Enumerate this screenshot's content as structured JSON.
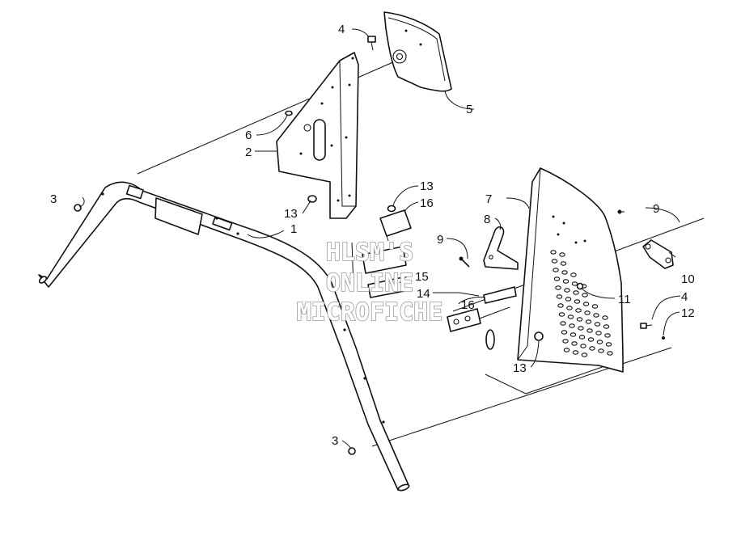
{
  "diagram": {
    "callouts": {
      "c1": "1",
      "c2": "2",
      "c3a": "3",
      "c3b": "3",
      "c4a": "4",
      "c4b": "4",
      "c5": "5",
      "c6": "6",
      "c7": "7",
      "c8": "8",
      "c9a": "9",
      "c9b": "9",
      "c10": "10",
      "c11": "11",
      "c12": "12",
      "c13a": "13",
      "c13b": "13",
      "c13c": "13",
      "c14": "14",
      "c15": "15",
      "c16a": "16",
      "c16b": "16"
    },
    "watermark": {
      "line1": "HLSM'S",
      "line2": "ONLINE",
      "line3": "MICROFICHE",
      "color": "#9a9a9a"
    }
  }
}
